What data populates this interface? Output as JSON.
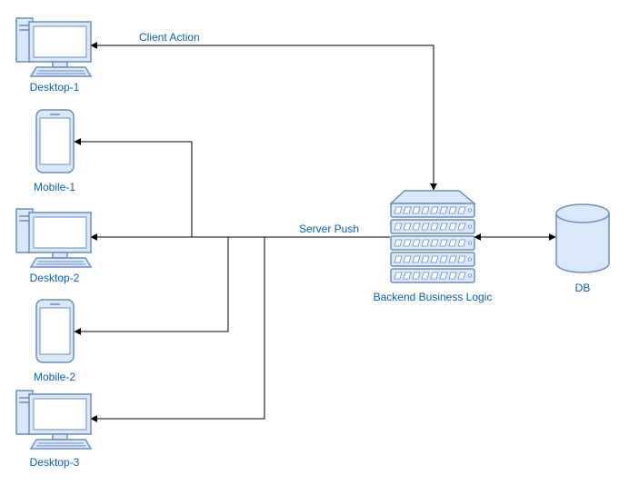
{
  "diagram": {
    "nodes": {
      "desktop1": {
        "label": "Desktop-1",
        "icon": "desktop-computer-icon"
      },
      "mobile1": {
        "label": "Mobile-1",
        "icon": "mobile-phone-icon"
      },
      "desktop2": {
        "label": "Desktop-2",
        "icon": "desktop-computer-icon"
      },
      "mobile2": {
        "label": "Mobile-2",
        "icon": "mobile-phone-icon"
      },
      "desktop3": {
        "label": "Desktop-3",
        "icon": "desktop-computer-icon"
      },
      "backend": {
        "label": "Backend Business Logic",
        "icon": "server-rack-icon"
      },
      "db": {
        "label": "DB",
        "icon": "database-icon"
      }
    },
    "edges": {
      "client_action": "Client Action",
      "server_push": "Server Push"
    },
    "colors": {
      "icon_fill": "#dae8fc",
      "icon_stroke": "#6c8ebf",
      "label_text": "#0a5fb4",
      "connector": "#000000"
    }
  }
}
